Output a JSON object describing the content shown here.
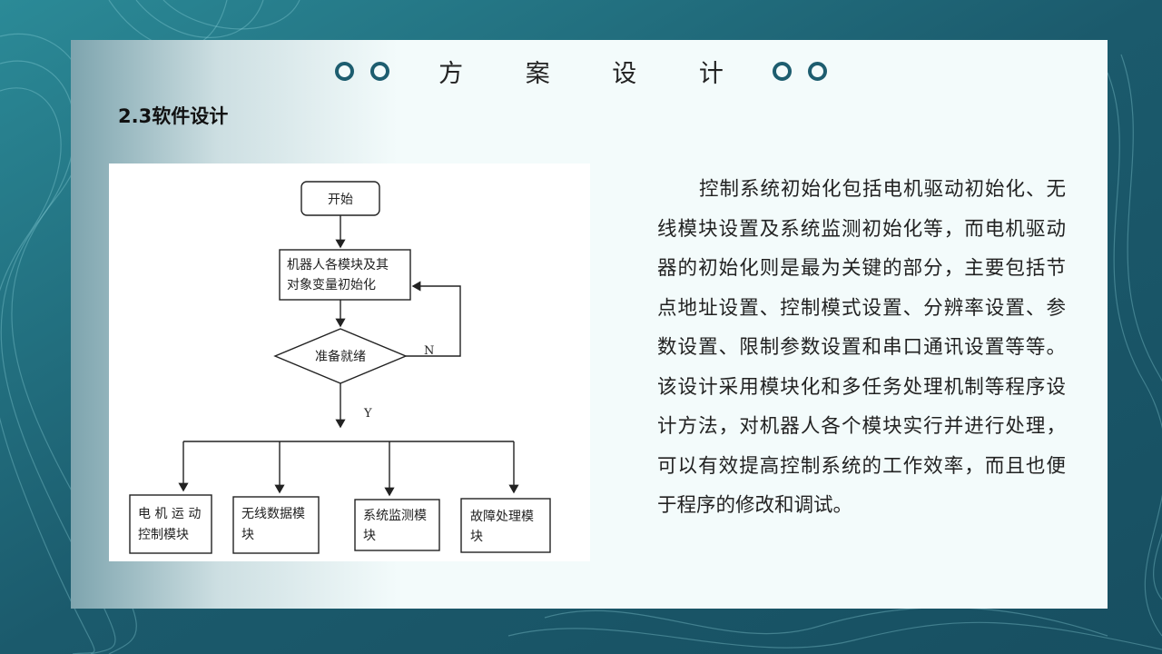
{
  "slide": {
    "title": "方 案 设 计",
    "section_title": "2.3软件设计",
    "body_text": "控制系统初始化包括电机驱动初始化、无线模块设置及系统监测初始化等，而电机驱动器的初始化则是最为关键的部分，主要包括节点地址设置、控制模式设置、分辨率设置、参数设置、限制参数设置和串口通讯设置等等。该设计采用模块化和多任务处理机制等程序设计方法，对机器人各个模块实行并进行处理，可以有效提高控制系统的工作效率，而且也便于程序的修改和调试。"
  },
  "flowchart": {
    "start": "开始",
    "init_line1": "机器人各模块及其",
    "init_line2": "对象变量初始化",
    "decision": "准备就绪",
    "no_label": "N",
    "yes_label": "Y",
    "modules": [
      {
        "line1": "电 机 运 动",
        "line2": "控制模块"
      },
      {
        "line1": "无线数据模",
        "line2": "块"
      },
      {
        "line1": "系统监测模",
        "line2": "块"
      },
      {
        "line1": "故障处理模",
        "line2": "块"
      }
    ]
  },
  "colors": {
    "background": "#1d5d6f",
    "card": "#f3fbfb",
    "accent_dot": "#1d5d6f"
  }
}
